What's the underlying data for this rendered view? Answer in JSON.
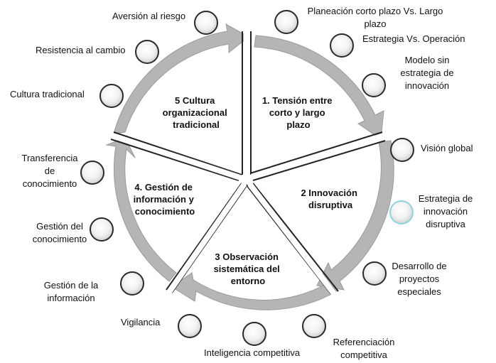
{
  "segments": [
    {
      "lines": [
        "1. Tensión  entre",
        "corto y largo",
        "plazo"
      ]
    },
    {
      "lines": [
        "2 Innovación",
        "disruptiva"
      ]
    },
    {
      "lines": [
        "3 Observación",
        "sistemática del",
        "entorno"
      ]
    },
    {
      "lines": [
        "4. Gestión de",
        "información y",
        "conocimiento"
      ]
    },
    {
      "lines": [
        "5 Cultura",
        "organizacional",
        "tradicional"
      ]
    }
  ],
  "items": [
    {
      "id": "planeacion",
      "lines": [
        "Planeación corto plazo Vs. Largo",
        "plazo"
      ]
    },
    {
      "id": "estrategia-operacion",
      "lines": [
        "Estrategia Vs. Operación"
      ]
    },
    {
      "id": "modelo",
      "lines": [
        "Modelo sin",
        "estrategia de",
        "innovación"
      ]
    },
    {
      "id": "vision",
      "lines": [
        "Visión global"
      ]
    },
    {
      "id": "estrategia-disruptiva",
      "lines": [
        "Estrategia de",
        "innovación",
        "disruptiva"
      ]
    },
    {
      "id": "desarrollo",
      "lines": [
        "Desarrollo de",
        "proyectos",
        "especiales"
      ]
    },
    {
      "id": "referenciacion",
      "lines": [
        "Referenciación",
        "competitiva"
      ]
    },
    {
      "id": "inteligencia",
      "lines": [
        "Inteligencia competitiva"
      ]
    },
    {
      "id": "vigilancia",
      "lines": [
        "Vigilancia"
      ]
    },
    {
      "id": "gestion-informacion",
      "lines": [
        "Gestión de la",
        "información"
      ]
    },
    {
      "id": "gestion-conocimiento",
      "lines": [
        "Gestión del",
        "conocimiento"
      ]
    },
    {
      "id": "transferencia",
      "lines": [
        "Transferencia",
        "de",
        "conocimiento"
      ]
    },
    {
      "id": "cultura",
      "lines": [
        "Cultura tradicional"
      ]
    },
    {
      "id": "resistencia",
      "lines": [
        "Resistencia al cambio"
      ]
    },
    {
      "id": "aversion",
      "lines": [
        "Aversión al riesgo"
      ]
    }
  ],
  "colors": {
    "arrow": "#b5b5b5",
    "arrow_shade": "#8f8f8f",
    "divider": "#222222",
    "bubble_border": "#2a2a2a",
    "highlight_bubble_border": "#8fd3dc"
  }
}
